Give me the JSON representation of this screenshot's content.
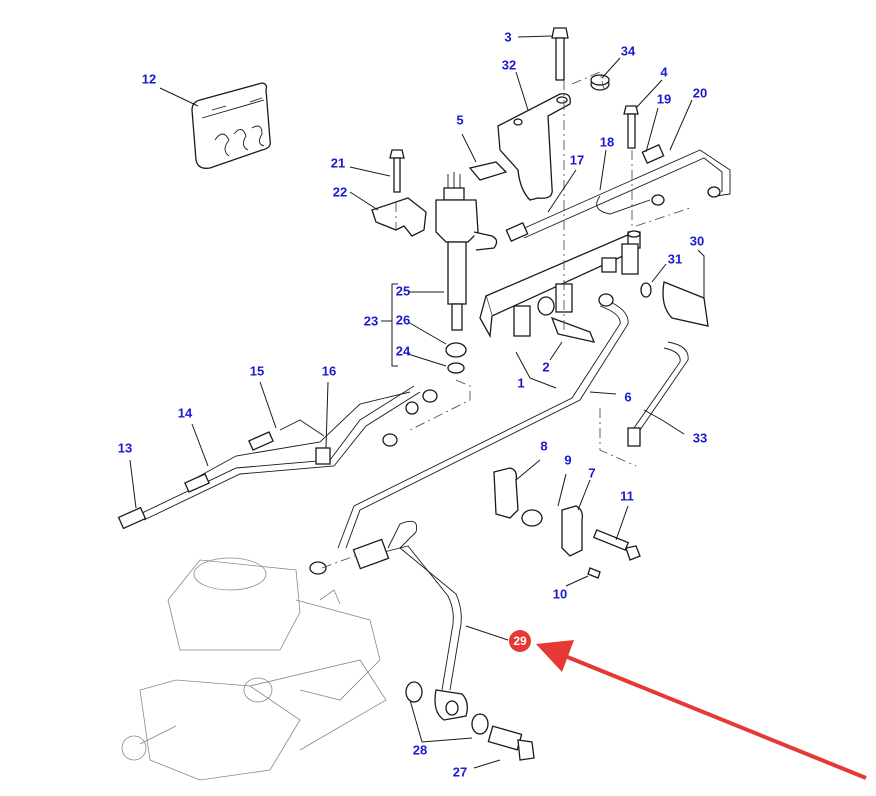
{
  "diagram": {
    "title": "Fuel injection system exploded parts diagram",
    "callout_color": "#1a1ad0",
    "highlight_color": "#e53935",
    "arrow_color": "#e53935",
    "highlighted_part": "29",
    "callouts": [
      {
        "id": "1",
        "label": "1"
      },
      {
        "id": "2",
        "label": "2"
      },
      {
        "id": "3",
        "label": "3"
      },
      {
        "id": "4",
        "label": "4"
      },
      {
        "id": "5",
        "label": "5"
      },
      {
        "id": "6",
        "label": "6"
      },
      {
        "id": "7",
        "label": "7"
      },
      {
        "id": "8",
        "label": "8"
      },
      {
        "id": "9",
        "label": "9"
      },
      {
        "id": "10",
        "label": "10"
      },
      {
        "id": "11",
        "label": "11"
      },
      {
        "id": "12",
        "label": "12"
      },
      {
        "id": "13",
        "label": "13"
      },
      {
        "id": "14",
        "label": "14"
      },
      {
        "id": "15",
        "label": "15"
      },
      {
        "id": "16",
        "label": "16"
      },
      {
        "id": "17",
        "label": "17"
      },
      {
        "id": "18",
        "label": "18"
      },
      {
        "id": "19",
        "label": "19"
      },
      {
        "id": "20",
        "label": "20"
      },
      {
        "id": "21",
        "label": "21"
      },
      {
        "id": "22",
        "label": "22"
      },
      {
        "id": "23",
        "label": "23"
      },
      {
        "id": "24",
        "label": "24"
      },
      {
        "id": "25",
        "label": "25"
      },
      {
        "id": "26",
        "label": "26"
      },
      {
        "id": "27",
        "label": "27"
      },
      {
        "id": "28",
        "label": "28"
      },
      {
        "id": "29",
        "label": "29"
      },
      {
        "id": "30",
        "label": "30"
      },
      {
        "id": "31",
        "label": "31"
      },
      {
        "id": "32",
        "label": "32"
      },
      {
        "id": "33",
        "label": "33"
      },
      {
        "id": "34",
        "label": "34"
      }
    ]
  }
}
